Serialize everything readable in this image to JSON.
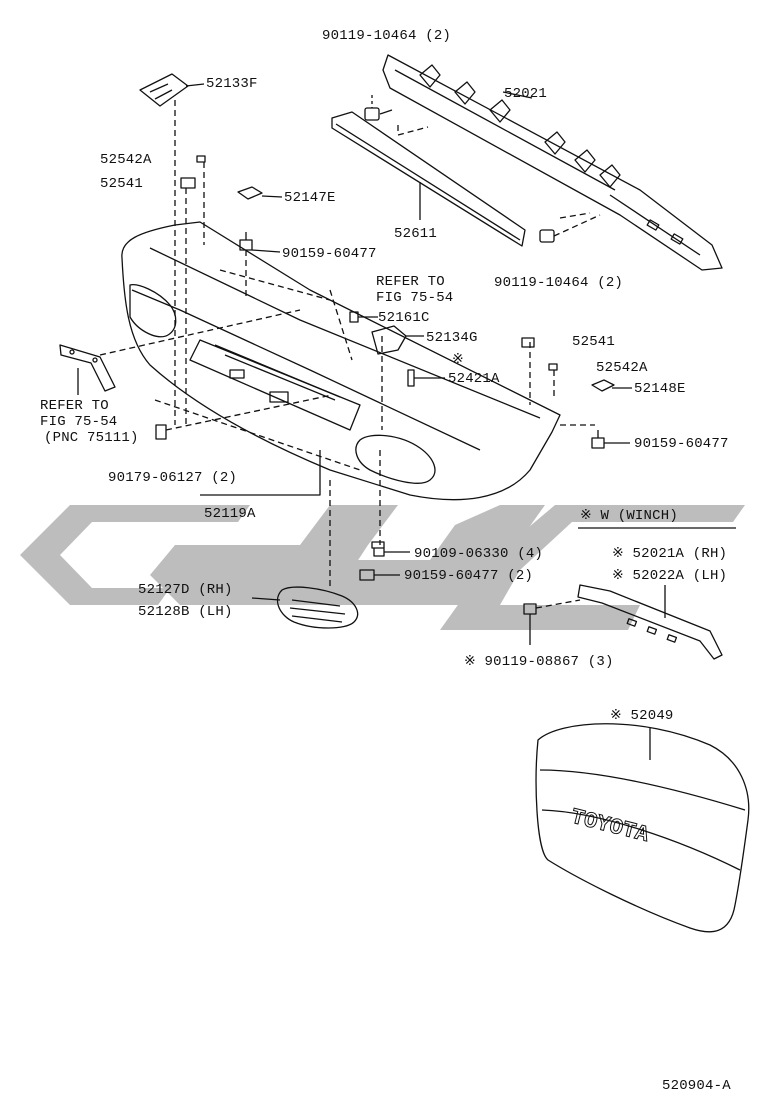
{
  "diagram": {
    "drawing_number": "520904-A",
    "watermark_text": "Sgc",
    "colors": {
      "line": "#111111",
      "watermark": "#bdbdbd",
      "background": "#ffffff"
    },
    "labels": {
      "l52133F": "52133F",
      "l90119_top": "90119-10464 (2)",
      "l52021": "52021",
      "l52542A_left": "52542A",
      "l52541_left": "52541",
      "l52147E": "52147E",
      "l52611": "52611",
      "l90159_a": "90159-60477",
      "l90119_mid": "90119-10464 (2)",
      "refer_top_1": "REFER TO",
      "refer_top_2": "FIG 75-54",
      "l52161C": "52161C",
      "l52134G": "52134G",
      "l52541_right": "52541",
      "note_mark": "※",
      "l52542A_right": "52542A",
      "l52421A": "52421A",
      "l52148E": "52148E",
      "refer_left_1": "REFER TO",
      "refer_left_2": "FIG 75-54",
      "refer_left_3": "(PNC 75111)",
      "l90159_b": "90159-60477",
      "l90179": "90179-06127 (2)",
      "l52119A": "52119A",
      "winch_header": "※ W (WINCH)",
      "l90109": "90109-06330 (4)",
      "l52021A": "※ 52021A (RH)",
      "l52022A": "※ 52022A (LH)",
      "l90159_c": "90159-60477 (2)",
      "l52127D": "52127D (RH)",
      "l52128B": "52128B (LH)",
      "l90119_winch": "※ 90119-08867 (3)",
      "l52049": "※ 52049",
      "emblem_text": "TOYOTA"
    }
  }
}
